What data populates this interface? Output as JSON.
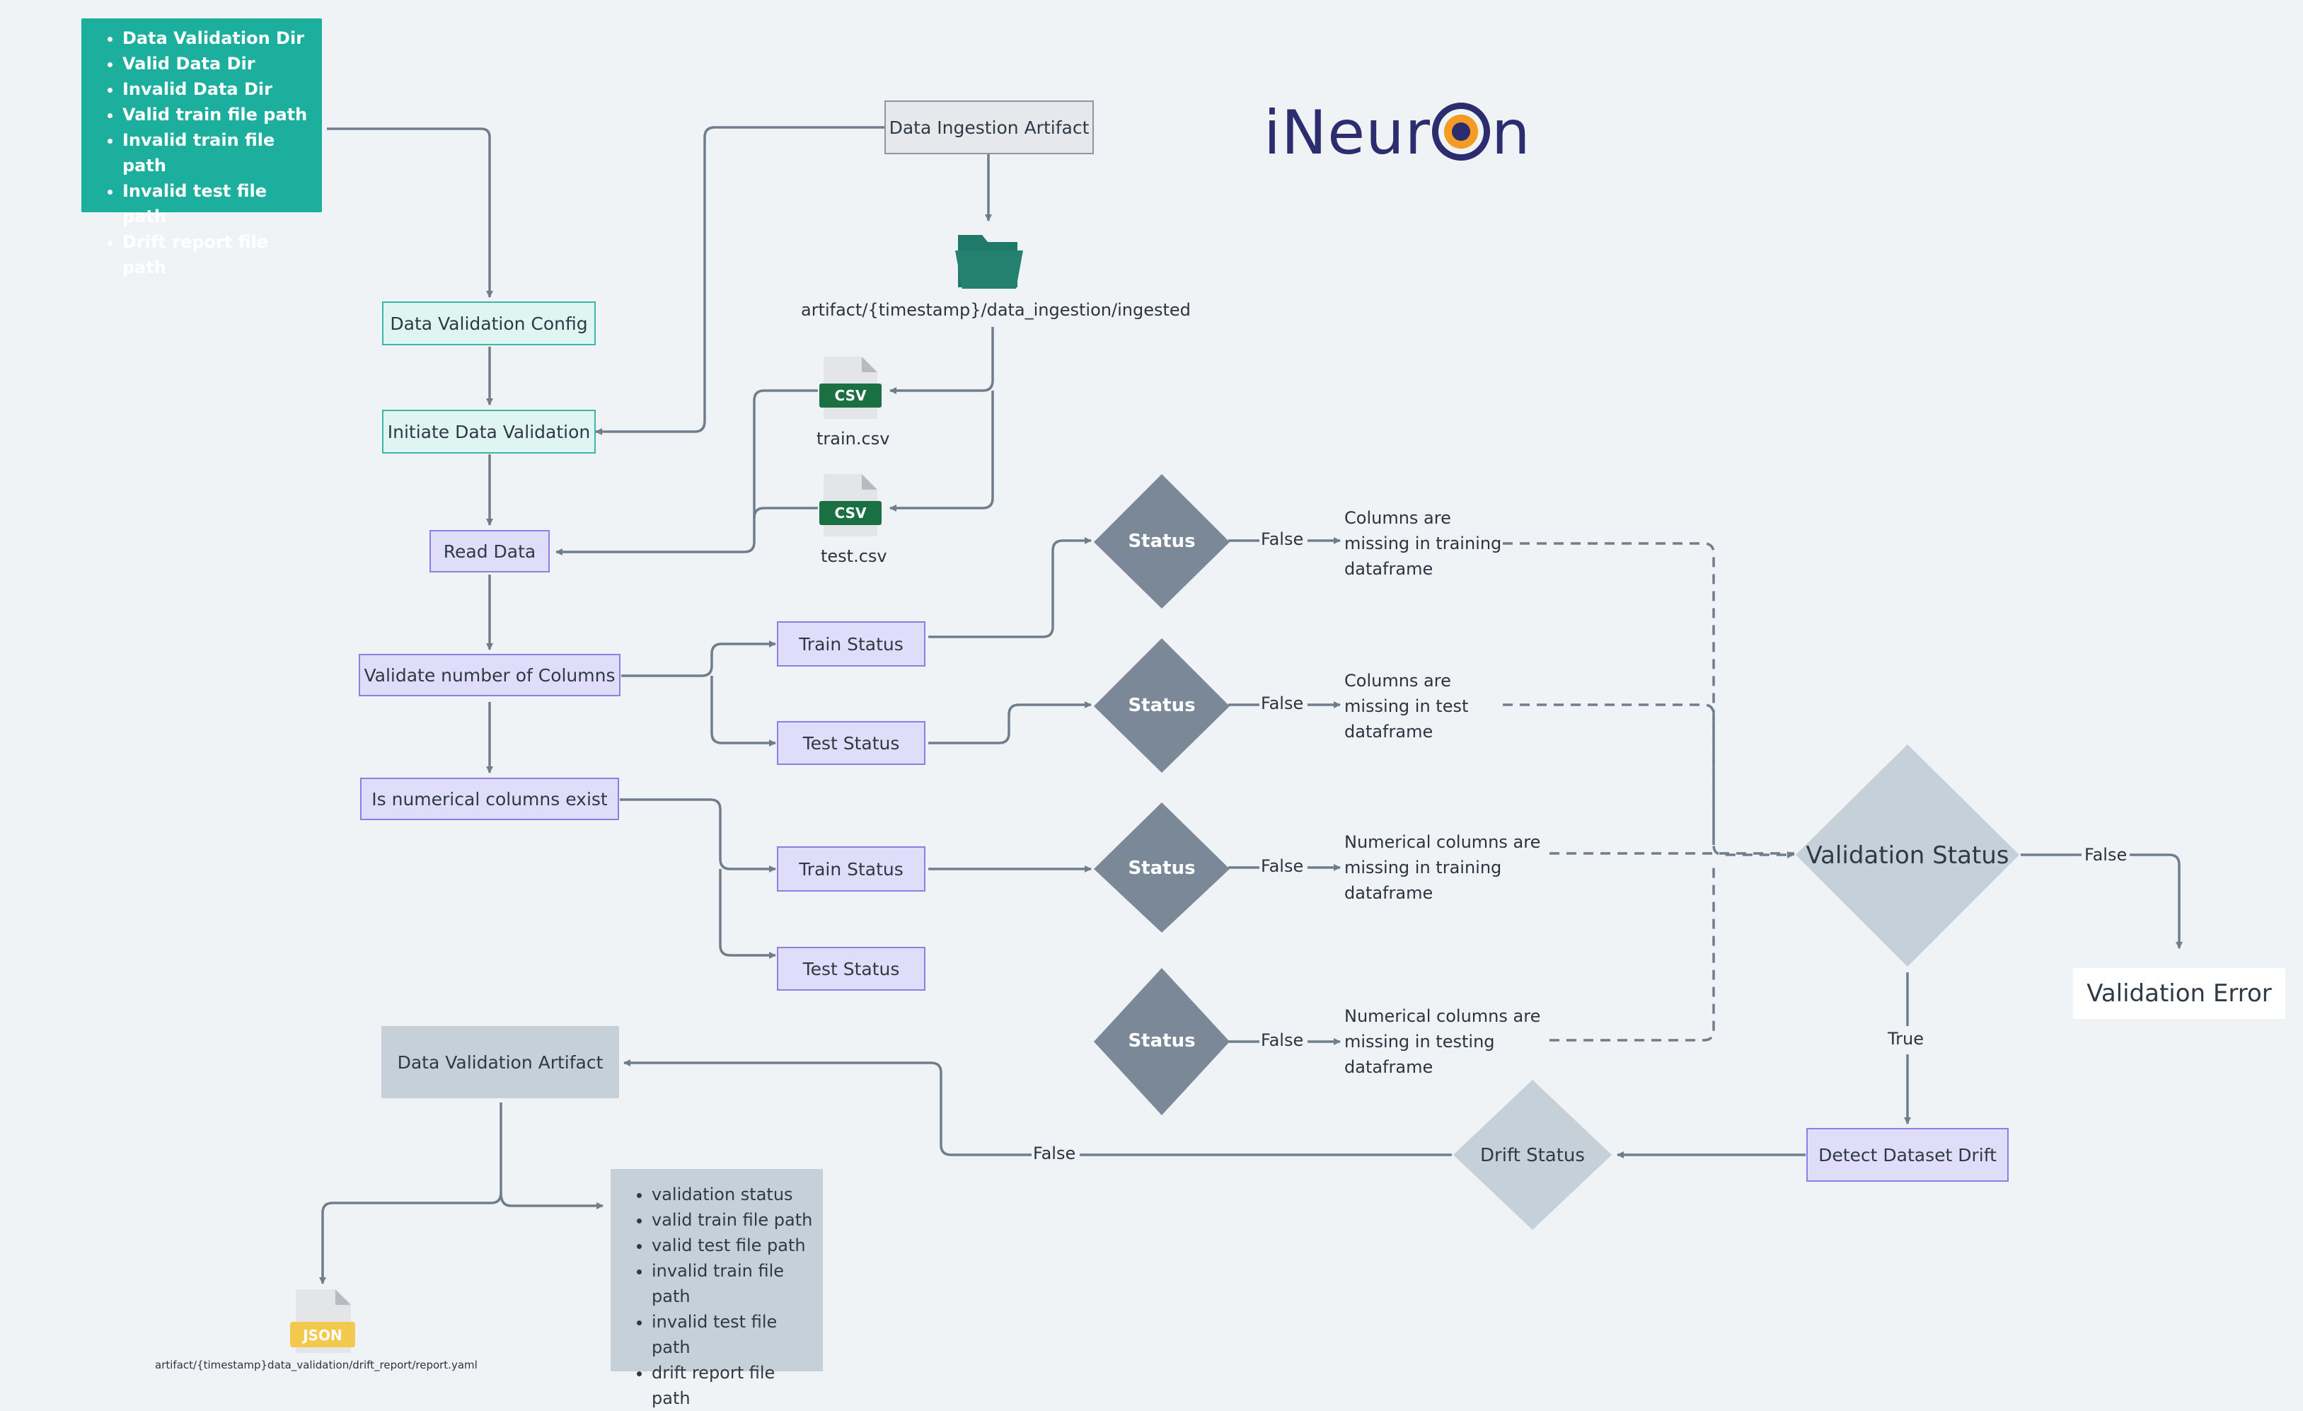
{
  "logo": {
    "text_left": "iNeur",
    "text_right": "n"
  },
  "config_list": {
    "items": [
      "Data Validation Dir",
      "Valid Data Dir",
      "Invalid Data Dir",
      "Valid train file path",
      "Invalid train file path",
      "Invalid test file path",
      "Drift report file path"
    ]
  },
  "nodes": {
    "data_ingestion_artifact": "Data Ingestion Artifact",
    "ingested_path": "artifact/{timestamp}/data_ingestion/ingested",
    "data_validation_config": "Data Validation Config",
    "initiate_data_validation": "Initiate Data Validation",
    "read_data": "Read Data",
    "validate_number_of_columns": "Validate number of Columns",
    "is_numerical_columns_exist": "Is numerical columns exist",
    "train_status_1": "Train Status",
    "test_status_1": "Test Status",
    "train_status_2": "Train Status",
    "test_status_2": "Test Status",
    "status_diamond": "Status",
    "validation_status": "Validation Status",
    "validation_error": "Validation Error",
    "detect_dataset_drift": "Detect Dataset Drift",
    "drift_status": "Drift Status",
    "data_validation_artifact": "Data Validation Artifact",
    "report_path": "artifact/{timestamp}data_validation/drift_report/report.yaml"
  },
  "files": {
    "train": {
      "badge": "CSV",
      "name": "train.csv"
    },
    "test": {
      "badge": "CSV",
      "name": "test.csv"
    },
    "report": {
      "badge": "JSON"
    }
  },
  "edge_labels": {
    "false": "False",
    "true": "True"
  },
  "messages": {
    "m1": "Columns are missing in training dataframe",
    "m2": "Columns are missing in test dataframe",
    "m3": "Numerical columns are missing in training dataframe",
    "m4": "Numerical columns are missing in testing dataframe"
  },
  "artifact_list": {
    "items": [
      "validation status",
      "valid train file path",
      "valid test file path",
      "invalid train file path",
      "invalid test file path",
      "drift report file path"
    ]
  },
  "colors": {
    "teal_fill": "#1caf9d",
    "lavender_fill": "#e0ddfb",
    "slate_diamond": "#7b8897",
    "light_diamond": "#c6d0d9",
    "folder_green": "#1f7a6c",
    "csv_green": "#1a7042",
    "json_yellow": "#f2c94c",
    "connector": "#6f7e8c"
  }
}
